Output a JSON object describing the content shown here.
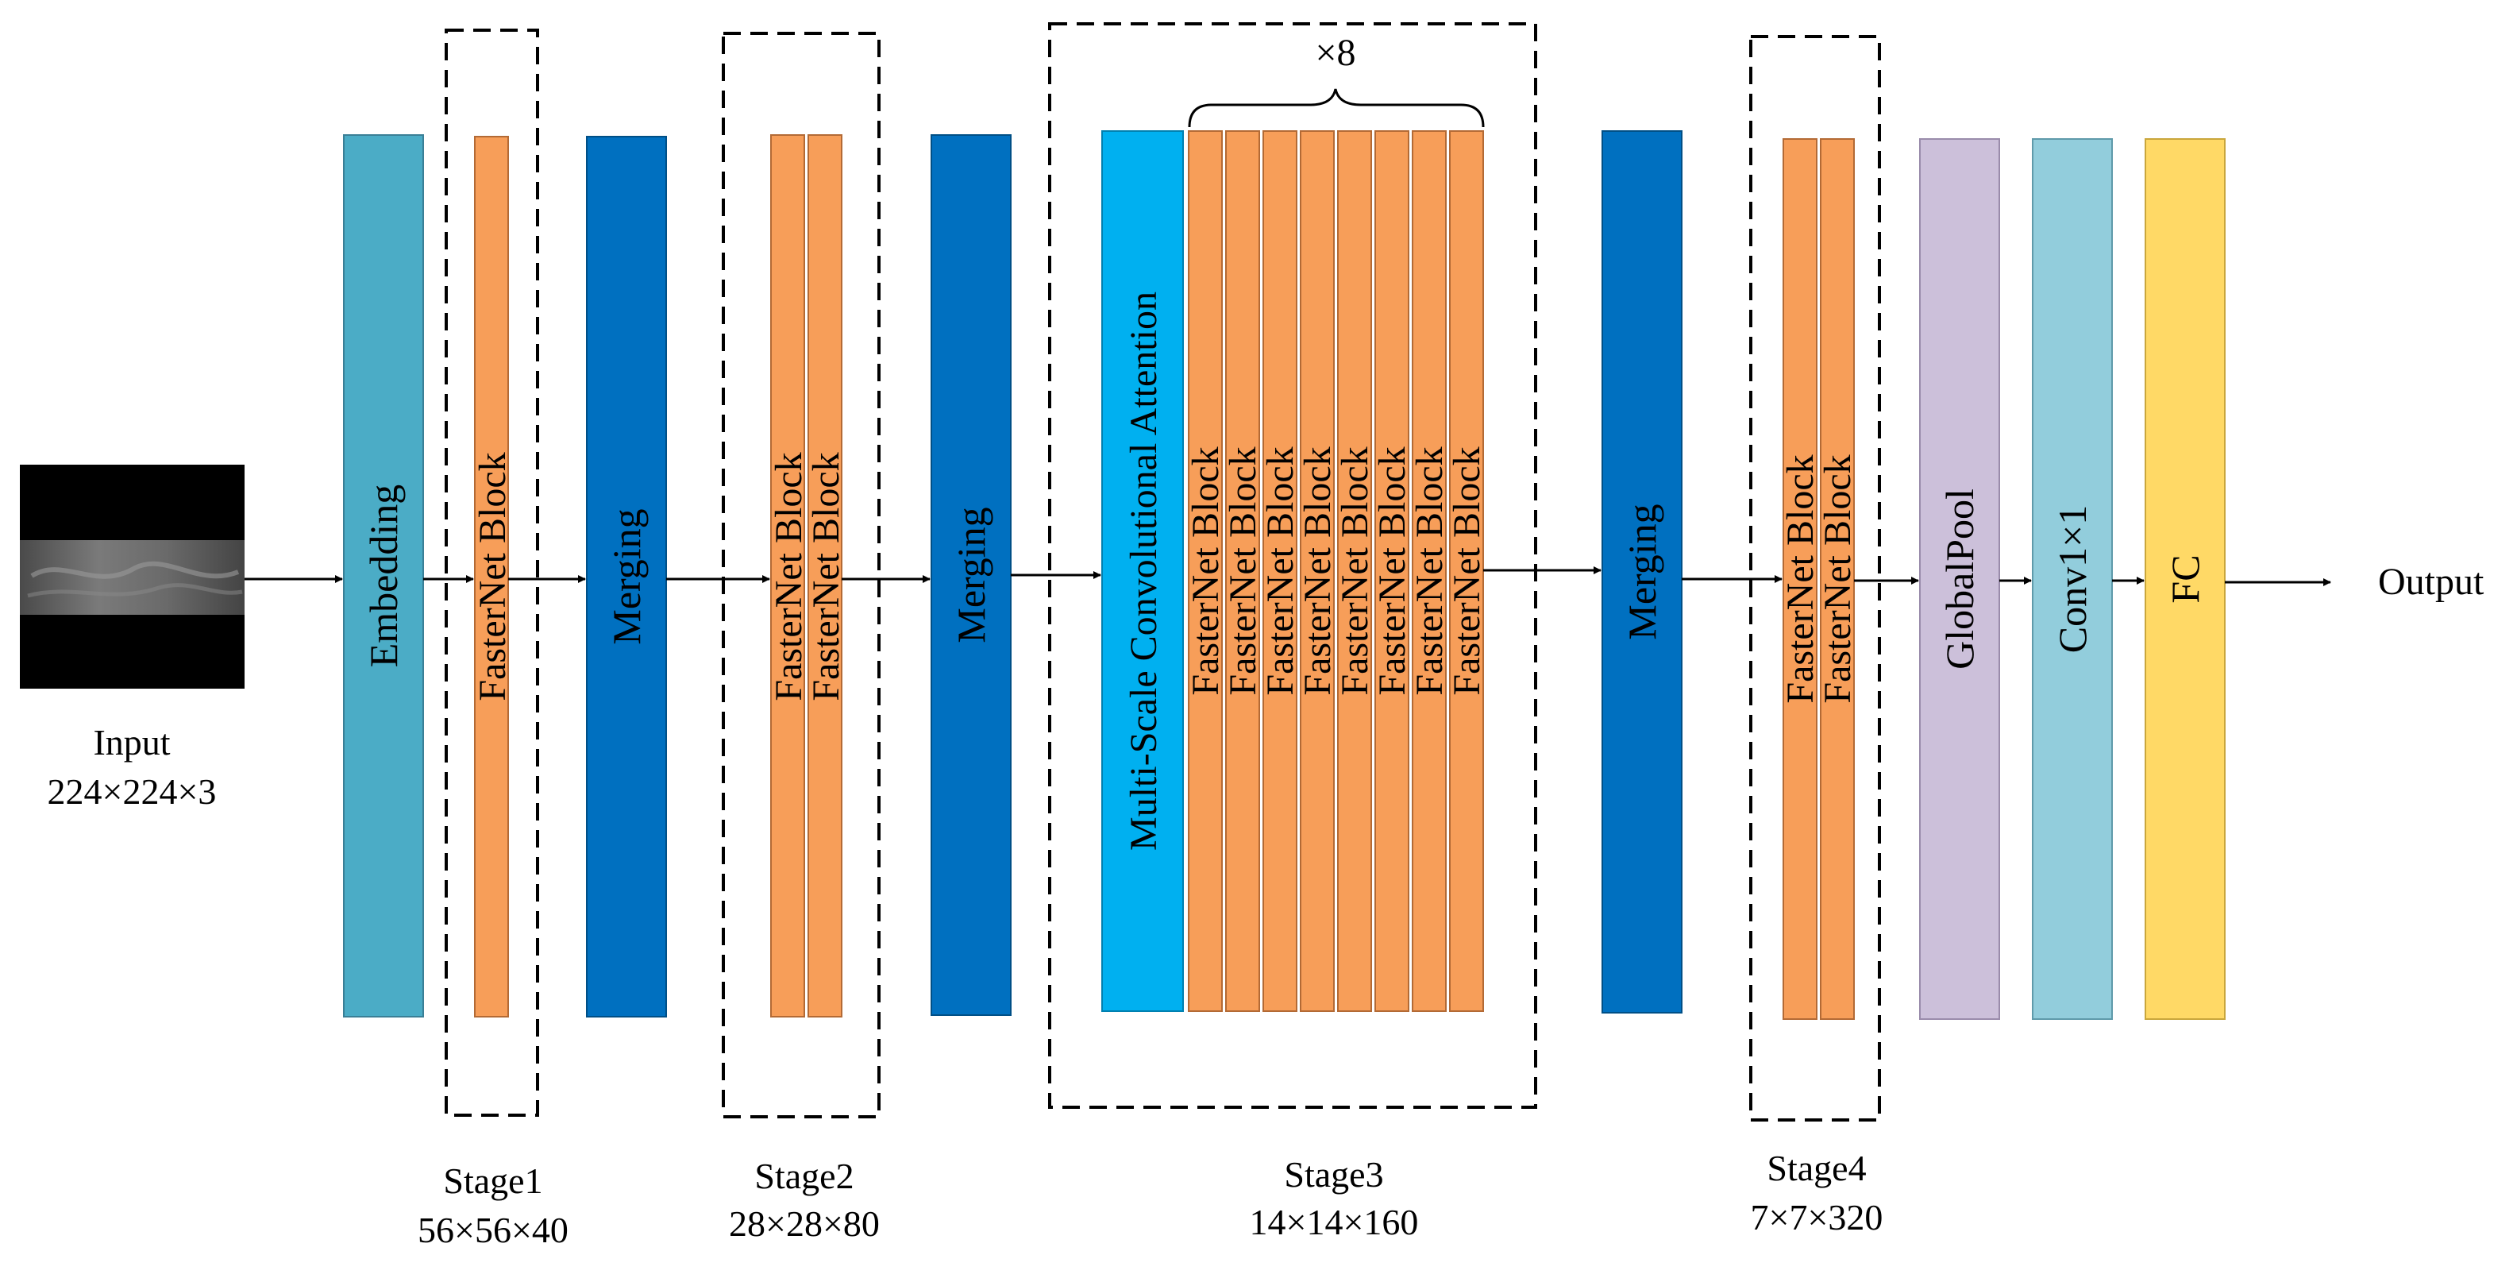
{
  "input": {
    "label": "Input",
    "size": "224×224×3"
  },
  "output": {
    "label": "Output"
  },
  "blocks": {
    "embedding": "Embedding",
    "merging": "Merging",
    "fasternet_block": "FasterNet Block",
    "attention": "Multi-Scale Convolutional Attention",
    "global_pool": "GlobalPool",
    "conv": "Conv1×1",
    "fc": "FC"
  },
  "repeat_label": "×8",
  "stages": [
    {
      "name": "Stage1",
      "size": "56×56×40"
    },
    {
      "name": "Stage2",
      "size": "28×28×80"
    },
    {
      "name": "Stage3",
      "size": "14×14×160"
    },
    {
      "name": "Stage4",
      "size": "7×7×320"
    }
  ],
  "colors": {
    "embedding": "#4bacc6",
    "merging": "#0070c0",
    "fasternet": "#f79e59",
    "attention": "#00b0f0",
    "global_pool": "#ccc0da",
    "conv": "#92cddc",
    "fc": "#ffd966"
  }
}
